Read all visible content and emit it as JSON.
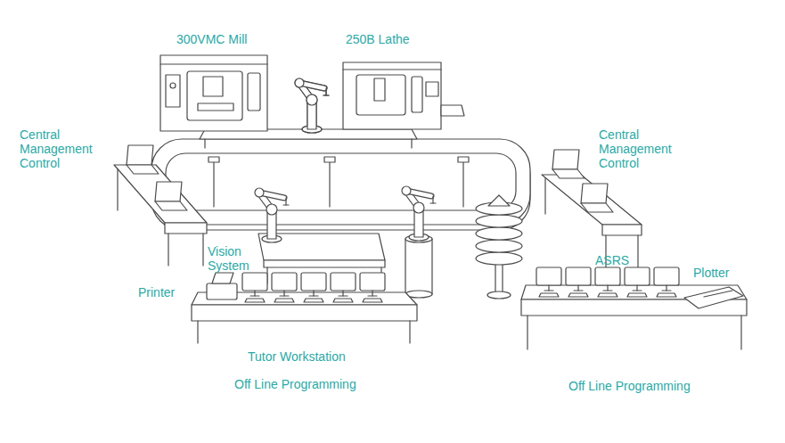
{
  "diagram": {
    "labels": [
      "300VMC Mill",
      "250B Lathe",
      "Central Management Control",
      "Central Management Control",
      "Vision System",
      "Printer",
      "ASRS",
      "Plotter",
      "Tutor Workstation",
      "Off Line Programming",
      "Off Line Programming"
    ]
  }
}
